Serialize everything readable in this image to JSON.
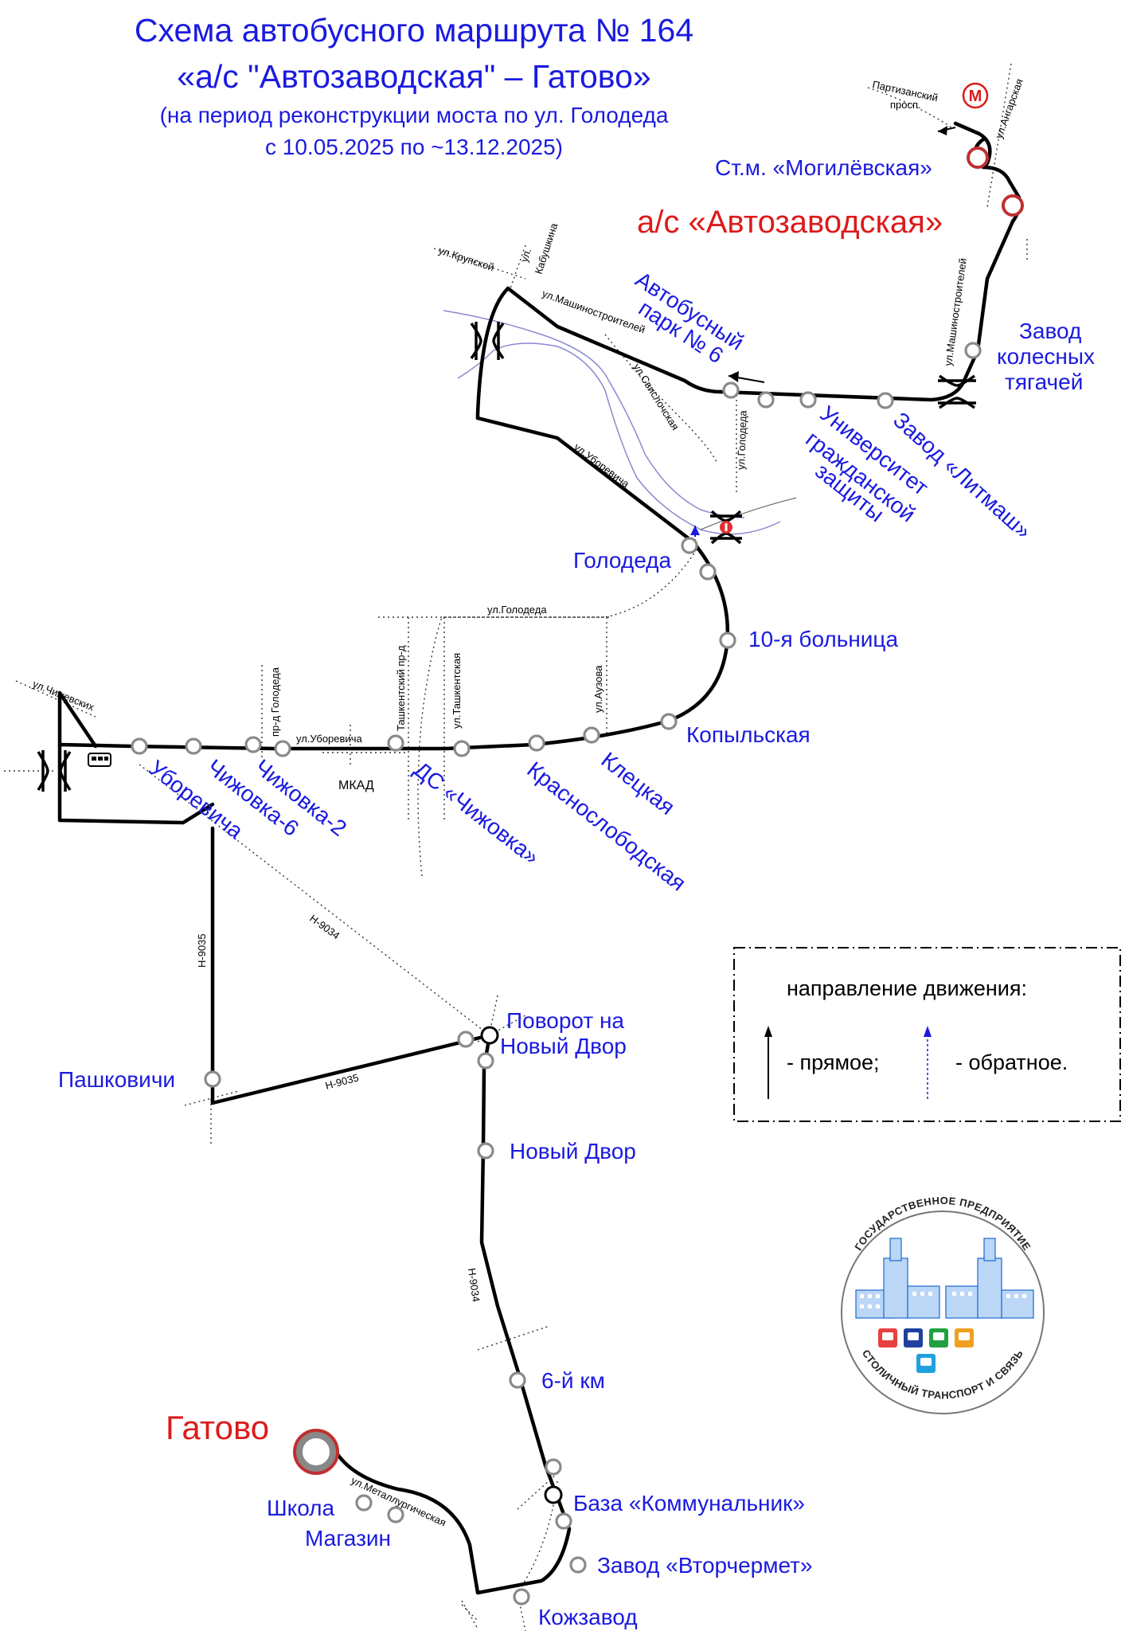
{
  "header": {
    "title_line1": "Схема автобусного маршрута № 164",
    "title_line2": "«а/с \"Автозаводская\" – Гатово»",
    "subtitle_line1": "(на период реконструкции моста по ул. Голодеда",
    "subtitle_line2": "с 10.05.2025 по ~13.12.2025)"
  },
  "terminals": {
    "start": "а/с «Автозаводская»",
    "end": "Гатово"
  },
  "metro": {
    "symbol": "M",
    "station": "Ст.м. «Могилёвская»"
  },
  "stops": {
    "zavod_kolesnykh": [
      "Завод",
      "колесных",
      "тягачей"
    ],
    "litmash": "Завод «Литмаш»",
    "universitet": [
      "Университет",
      "гражданской",
      "защиты"
    ],
    "avtopark": [
      "Автобусный",
      "парк № 6"
    ],
    "golodeda": "Голодеда",
    "bolnitsa": "10-я больница",
    "kopylskaya": "Копыльская",
    "kletskaya": "Клецкая",
    "krasnoslobodskaya": "Краснослободская",
    "ds_chizhovka": "ДС «Чижовка»",
    "chizhovka2": "Чижовка-2",
    "chizhovka6": "Чижовка-6",
    "uborevicha": "Уборевича",
    "pashkovichi": "Пашковичи",
    "povorot": [
      "Поворот на",
      "Новый Двор"
    ],
    "novy_dvor": "Новый Двор",
    "km6": "6-й км",
    "kommunalnik": "База «Коммунальник»",
    "vtorchermet": "Завод «Вторчермет»",
    "kozhzavod": "Кожзавод",
    "shkola": "Школа",
    "magazin": "Магазин"
  },
  "streets": {
    "partizansky": [
      "Партизанский",
      "просп."
    ],
    "angarskaya": "ул.Ангарская",
    "mashinostroiteley_east": "ул.Машиностроителей",
    "krupskoy": "ул.Крупской",
    "kabushkina": [
      "ул.",
      "Кабушкина"
    ],
    "mashinostroiteley": "ул.Машиностроителей",
    "svislochskaya": "ул.Свислочская",
    "golodeda_vert": "ул.Голодеда",
    "uborevicha_diag": "ул.Уборевича",
    "golodeda_horiz": "ул.Голодеда",
    "auzzova": "ул.Аузова",
    "tashkentskaya": "ул.Ташкентская",
    "tashkentsky_prd": "Ташкентский пр-д",
    "prd_golodeda": "пр-д Голодеда",
    "uborevicha_main": "ул.Уборевича",
    "chizhevskikh": "ул.Чижевских",
    "mkad": "МКАД",
    "n9034_diag": "Н-9034",
    "n9035_vert": "Н-9035",
    "n9035_diag": "Н-9035",
    "n9034_vert": "Н-9034",
    "metallurgicheskaya": "ул.Металлургическая"
  },
  "legend": {
    "title": "направление движения:",
    "forward": "- прямое;",
    "reverse": "- обратное."
  },
  "logo": {
    "top_text": "ГОСУДАРСТВЕННОЕ ПРЕДПРИЯТИЕ",
    "bottom_text": "СТОЛИЧНЫЙ ТРАНСПОРТ И СВЯЗЬ"
  },
  "colors": {
    "route": "#000000",
    "stop_outline": "#8a8a8a",
    "label_blue": "#1a1ae0",
    "terminal_red": "#dd1a1a",
    "river": "#8a8ad0",
    "reverse_arrow": "#1a1ae0"
  },
  "icons": [
    "metro-icon",
    "bus-depot-icon",
    "bridge-icon",
    "closed-bridge-icon",
    "direction-arrow-icon"
  ]
}
